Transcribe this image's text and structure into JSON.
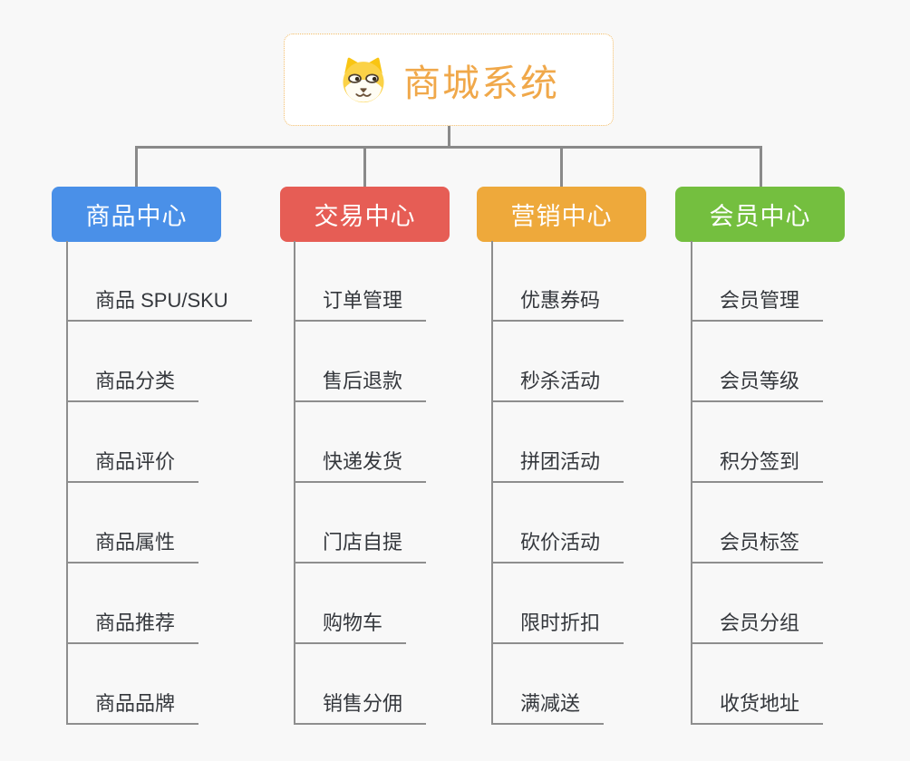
{
  "root": {
    "title": "商城系统",
    "icon": "dog-face-icon",
    "title_color": "#f0a84a",
    "border_color": "#f2bc67"
  },
  "branches": [
    {
      "label": "商品中心",
      "color": "#4a90e8",
      "items": [
        "商品 SPU/SKU",
        "商品分类",
        "商品评价",
        "商品属性",
        "商品推荐",
        "商品品牌"
      ]
    },
    {
      "label": "交易中心",
      "color": "#e65d55",
      "items": [
        "订单管理",
        "售后退款",
        "快递发货",
        "门店自提",
        "购物车",
        "销售分佣"
      ]
    },
    {
      "label": "营销中心",
      "color": "#eea93b",
      "items": [
        "优惠券码",
        "秒杀活动",
        "拼团活动",
        "砍价活动",
        "限时折扣",
        "满减送"
      ]
    },
    {
      "label": "会员中心",
      "color": "#74bf3f",
      "items": [
        "会员管理",
        "会员等级",
        "积分签到",
        "会员标签",
        "会员分组",
        "收货地址"
      ]
    }
  ],
  "connectors": {
    "color": "#8a8a8a"
  }
}
